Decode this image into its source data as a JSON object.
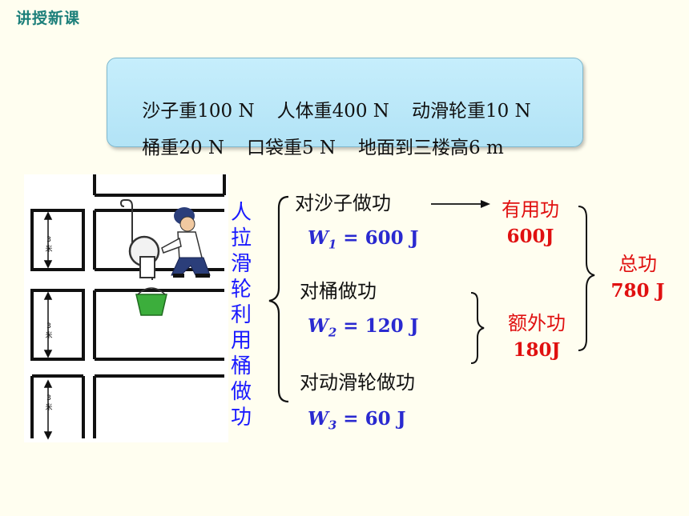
{
  "header": {
    "title": "讲授新课"
  },
  "given": {
    "line1": [
      "沙子重100 N",
      "人体重400 N",
      "动滑轮重10 N"
    ],
    "line2": [
      "桶重20 N",
      "口袋重5 N",
      "地面到三楼高6 m"
    ]
  },
  "illustration": {
    "floor_label": "3米"
  },
  "method": {
    "label": "人拉滑轮利用桶做功"
  },
  "works": [
    {
      "label": "对沙子做功",
      "symbol": "W",
      "sub": "1",
      "value": "= 600 J"
    },
    {
      "label": "对桶做功",
      "symbol": "W",
      "sub": "2",
      "value": "= 120 J"
    },
    {
      "label": "对动滑轮做功",
      "symbol": "W",
      "sub": "3",
      "value": "= 60 J"
    }
  ],
  "results": {
    "useful": {
      "name": "有用功",
      "value": "600J"
    },
    "extra": {
      "name": "额外功",
      "value": "180J"
    },
    "total": {
      "name": "总功",
      "value": "780 J"
    }
  },
  "colors": {
    "accent_teal": "#1c7f7a",
    "blue_text": "#1a1aff",
    "red_text": "#e01010",
    "box_fill": "#c6eefc"
  }
}
